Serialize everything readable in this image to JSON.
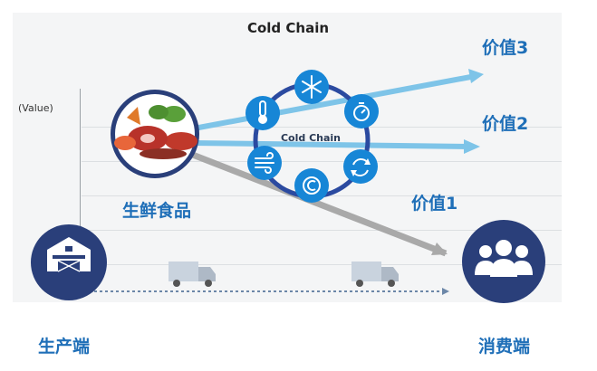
{
  "title": "Cold Chain",
  "y_axis_label": "(Value)",
  "center_label": "Cold Chain",
  "fresh_food_label": "生鲜食品",
  "value_labels": {
    "value3": "价值3",
    "value2": "价值2",
    "value1": "价值1"
  },
  "producer_label": "生产端",
  "consumer_label": "消费端",
  "colors": {
    "accent_blue": "#1f6fb8",
    "arrow_blue": "#7ec4e8",
    "arrow_gray": "#a9a9a9",
    "navy": "#2a3f7a",
    "ring_blue": "#1786d6"
  },
  "icons": [
    "snowflake-icon",
    "stopwatch-icon",
    "recycle-icon",
    "copyright-icon",
    "wind-icon",
    "thermometer-icon",
    "barn-icon",
    "people-icon",
    "truck-icon",
    "food-icon"
  ]
}
